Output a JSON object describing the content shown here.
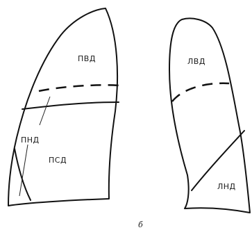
{
  "right_lung": {
    "upper_lobe_label": "ПВД",
    "lower_lobe_label": "ПНД",
    "middle_lobe_label": "ПСД"
  },
  "left_lung": {
    "upper_lobe_label": "ЛВД",
    "lower_lobe_label": "ЛНД"
  },
  "figure_label": "б"
}
